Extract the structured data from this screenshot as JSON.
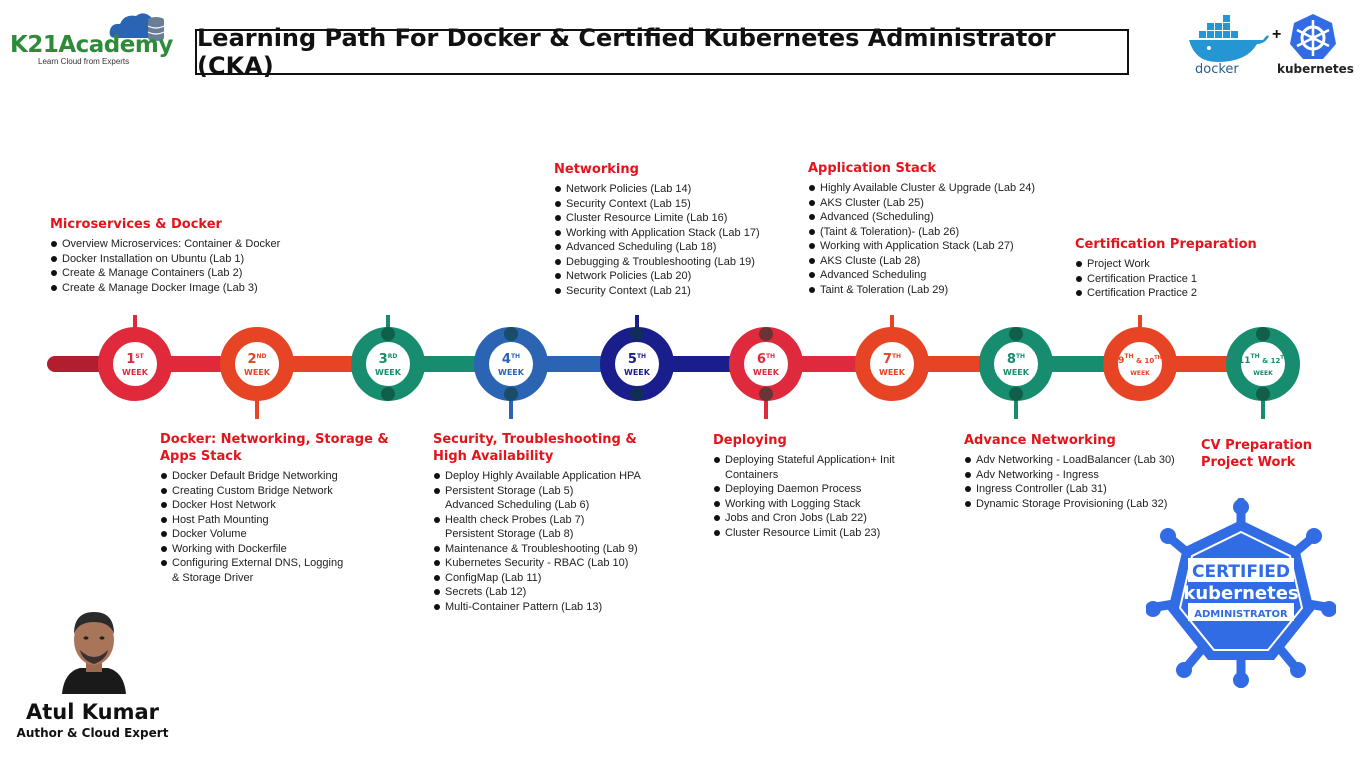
{
  "header": {
    "brand": "K21Academy",
    "tagline": "Learn Cloud from Experts",
    "title": "Learning Path For Docker & Certified Kubernetes Administrator (CKA)",
    "docker_label": "docker",
    "plus": "+",
    "kubernetes_label": "kubernetes"
  },
  "colors": {
    "red": "#e3141c",
    "crimson": "#c8233c",
    "orange_red": "#e84524",
    "teal": "#148a6c",
    "blue": "#2a64b2",
    "navy": "#1a1d8c",
    "green": "#2e8b3a"
  },
  "weeks": [
    {
      "num": "1",
      "sup": "ST",
      "label": "WEEK",
      "color": "#e02a3c"
    },
    {
      "num": "2",
      "sup": "ND",
      "label": "WEEK",
      "color": "#e64424"
    },
    {
      "num": "3",
      "sup": "RD",
      "label": "WEEK",
      "color": "#178c6e"
    },
    {
      "num": "4",
      "sup": "TH",
      "label": "WEEK",
      "color": "#2a64b2"
    },
    {
      "num": "5",
      "sup": "TH",
      "label": "WEEK",
      "color": "#1a1d8c"
    },
    {
      "num": "6",
      "sup": "TH",
      "label": "WEEK",
      "color": "#de2a3c"
    },
    {
      "num": "7",
      "sup": "TH",
      "label": "WEEK",
      "color": "#e64424"
    },
    {
      "num": "8",
      "sup": "TH",
      "label": "WEEK",
      "color": "#178c6e"
    },
    {
      "num": "9",
      "sup": "TH",
      "mid": "& 10",
      "sup2": "TH",
      "label": "WEEK",
      "color": "#e64424"
    },
    {
      "num": "11",
      "sup": "TH",
      "mid": "& 12",
      "sup2": "TH",
      "label": "WEEK",
      "color": "#178c6e"
    }
  ],
  "sections": {
    "microservices": {
      "title": "Microservices & Docker",
      "items": [
        "Overview Microservices: Container & Docker",
        "Docker Installation on Ubuntu (Lab 1)",
        "Create & Manage Containers (Lab 2)",
        "Create & Manage Docker Image (Lab 3)"
      ]
    },
    "docker_networking": {
      "title_line1": "Docker: Networking, Storage &",
      "title_line2": "Apps Stack",
      "items": [
        "Docker Default Bridge Networking",
        "Creating Custom Bridge Network",
        "Docker Host Network",
        "Host Path Mounting",
        "Docker Volume",
        "Working with Dockerfile",
        "Configuring External DNS, Logging"
      ],
      "continuation": "& Storage Driver"
    },
    "security": {
      "title_line1": "Security, Troubleshooting &",
      "title_line2": "High Availability",
      "items": [
        "Deploy Highly Available Application HPA",
        "Persistent Storage (Lab 5)",
        "Advanced Scheduling (Lab 6)",
        "Health check Probes (Lab 7)",
        "Persistent Storage (Lab 8)",
        "Maintenance & Troubleshooting (Lab 9)",
        "Kubernetes Security - RBAC (Lab 10)",
        "ConfigMap (Lab 11)",
        "Secrets (Lab 12)",
        "Multi-Container Pattern (Lab 13)"
      ]
    },
    "networking": {
      "title": "Networking",
      "items": [
        "Network Policies (Lab 14)",
        "Security Context (Lab 15)",
        "Cluster Resource Limite (Lab 16)",
        "Working with Application Stack (Lab 17)",
        "Advanced Scheduling (Lab 18)",
        "Debugging & Troubleshooting (Lab 19)",
        "Network Policies (Lab 20)",
        "Security Context (Lab 21)"
      ]
    },
    "deploying": {
      "title": "Deploying",
      "items": [
        "Deploying Stateful Application+ Init",
        "Containers",
        "Deploying Daemon Process",
        "Working with Logging Stack",
        "Jobs and Cron Jobs (Lab 22)",
        "Cluster Resource Limit (Lab 23)"
      ]
    },
    "app_stack": {
      "title": "Application Stack",
      "items": [
        "Highly Available Cluster & Upgrade (Lab 24)",
        "AKS Cluster (Lab 25)",
        "Advanced (Scheduling)",
        "(Taint & Toleration)- (Lab 26)",
        "Working with Application Stack (Lab 27)",
        "AKS Cluste (Lab 28)",
        "Advanced Scheduling",
        "Taint & Toleration (Lab 29)"
      ]
    },
    "adv_networking": {
      "title": "Advance Networking",
      "items": [
        "Adv Networking - LoadBalancer (Lab 30)",
        "Adv Networking - Ingress",
        "Ingress Controller (Lab 31)",
        "Dynamic Storage Provisioning (Lab 32)"
      ]
    },
    "cert_prep": {
      "title": "Certification Preparation",
      "items": [
        "Project Work",
        "Certification Practice 1",
        "Certification Practice 2"
      ]
    },
    "cv_prep": {
      "title_line1": "CV Preparation",
      "title_line2": "Project Work"
    }
  },
  "author": {
    "name": "Atul Kumar",
    "role": "Author & Cloud Expert"
  },
  "badge": {
    "line1": "CERTIFIED",
    "line2": "kubernetes",
    "line3": "ADMINISTRATOR"
  }
}
